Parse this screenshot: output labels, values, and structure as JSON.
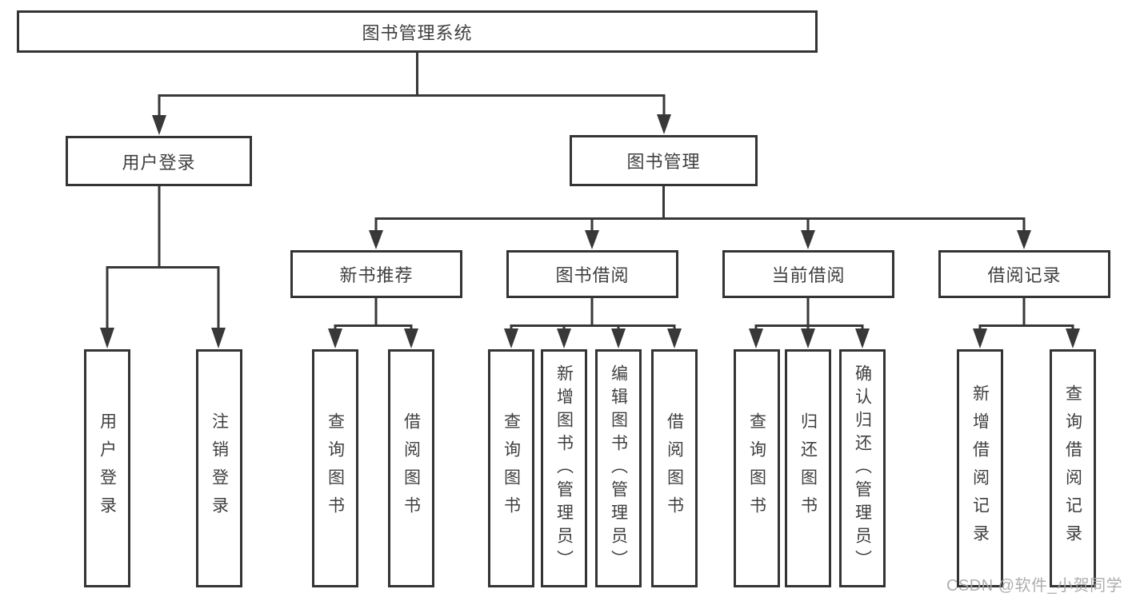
{
  "diagram": {
    "type": "tree",
    "title": "图书管理系统",
    "watermark": "CSDN @软件_小贺同学",
    "colors": {
      "line": "#383838",
      "box_border": "#343434",
      "text": "#3f3f3f",
      "watermark": "#aaaaaa",
      "background": "#ffffff"
    },
    "nodes": {
      "root": {
        "label": "图书管理系统"
      },
      "user_login": {
        "label": "用户登录"
      },
      "book_mgmt": {
        "label": "图书管理"
      },
      "new_book_rec": {
        "label": "新书推荐"
      },
      "book_borrow": {
        "label": "图书借阅"
      },
      "current_borrow": {
        "label": "当前借阅"
      },
      "borrow_records": {
        "label": "借阅记录"
      },
      "ul_user_login": {
        "label": "用户登录"
      },
      "ul_logout": {
        "label": "注销登录"
      },
      "nbr_query_books": {
        "label": "查询图书"
      },
      "nbr_borrow_books": {
        "label": "借阅图书"
      },
      "bb_query_books": {
        "label": "查询图书"
      },
      "bb_add_books": {
        "label": "新增图书（管理员）"
      },
      "bb_edit_books": {
        "label": "编辑图书（管理员）"
      },
      "bb_borrow_books": {
        "label": "借阅图书"
      },
      "cb_query_books": {
        "label": "查询图书"
      },
      "cb_return_books": {
        "label": "归还图书"
      },
      "cb_confirm_return": {
        "label": "确认归还（管理员）"
      },
      "br_add_record": {
        "label": "新增借阅记录"
      },
      "br_query_record": {
        "label": "查询借阅记录"
      }
    },
    "edges": [
      {
        "from": "root",
        "to": "user_login"
      },
      {
        "from": "root",
        "to": "book_mgmt"
      },
      {
        "from": "user_login",
        "to": "ul_user_login"
      },
      {
        "from": "user_login",
        "to": "ul_logout"
      },
      {
        "from": "book_mgmt",
        "to": "new_book_rec"
      },
      {
        "from": "book_mgmt",
        "to": "book_borrow"
      },
      {
        "from": "book_mgmt",
        "to": "current_borrow"
      },
      {
        "from": "book_mgmt",
        "to": "borrow_records"
      },
      {
        "from": "new_book_rec",
        "to": "nbr_query_books"
      },
      {
        "from": "new_book_rec",
        "to": "nbr_borrow_books"
      },
      {
        "from": "book_borrow",
        "to": "bb_query_books"
      },
      {
        "from": "book_borrow",
        "to": "bb_add_books"
      },
      {
        "from": "book_borrow",
        "to": "bb_edit_books"
      },
      {
        "from": "book_borrow",
        "to": "bb_borrow_books"
      },
      {
        "from": "current_borrow",
        "to": "cb_query_books"
      },
      {
        "from": "current_borrow",
        "to": "cb_return_books"
      },
      {
        "from": "current_borrow",
        "to": "cb_confirm_return"
      },
      {
        "from": "borrow_records",
        "to": "br_add_record"
      },
      {
        "from": "borrow_records",
        "to": "br_query_record"
      }
    ]
  }
}
